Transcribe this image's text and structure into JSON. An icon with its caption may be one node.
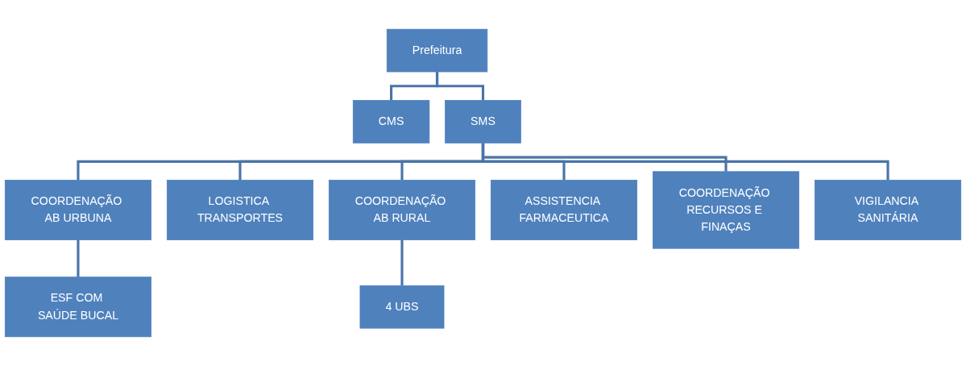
{
  "diagram": {
    "nodes": [
      {
        "text": [
          "Prefeitura"
        ]
      },
      {
        "text": [
          "CMS"
        ]
      },
      {
        "text": [
          "SMS"
        ]
      },
      {
        "text": [
          "COORDENAÇÃO AB URBUNA"
        ]
      },
      {
        "text": [
          "LOGISTICA TRANSPORTES"
        ]
      },
      {
        "text": [
          "COORDENAÇÃO AB RURAL"
        ]
      },
      {
        "text": [
          "ASSISTENCIA FARMACEUTICA"
        ]
      },
      {
        "text": [
          "COORDENAÇÃO RECURSOS E FINAÇAS"
        ]
      },
      {
        "text": [
          "VIGILANCIA SANITÁRIA"
        ]
      },
      {
        "text": [
          "ESF COM SAÚDE BUCAL"
        ]
      },
      {
        "text": [
          "4 UBS"
        ]
      }
    ],
    "edges": [
      {
        "from": 0,
        "to": 1,
        "arrow": "none"
      },
      {
        "from": 0,
        "to": 2,
        "arrow": "none"
      },
      {
        "from": 2,
        "to": 3,
        "arrow": "none"
      },
      {
        "from": 2,
        "to": 4,
        "arrow": "none"
      },
      {
        "from": 2,
        "to": 5,
        "arrow": "none"
      },
      {
        "from": 2,
        "to": 6,
        "arrow": "none"
      },
      {
        "from": 2,
        "to": 7,
        "arrow": "none"
      },
      {
        "from": 2,
        "to": 8,
        "arrow": "none"
      },
      {
        "from": 3,
        "to": 9,
        "arrow": "none"
      },
      {
        "from": 5,
        "to": 10,
        "arrow": "none"
      }
    ]
  }
}
